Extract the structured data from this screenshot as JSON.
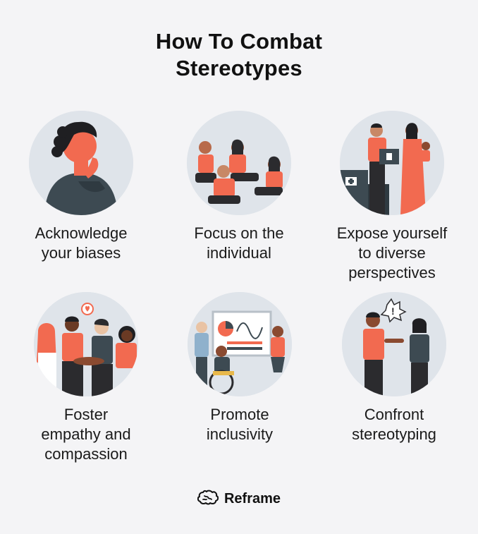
{
  "title": {
    "line1": "How To Combat",
    "line2": "Stereotypes"
  },
  "items": [
    {
      "lines": [
        "Acknowledge",
        "your biases"
      ],
      "icon": "person-thinking-illustration"
    },
    {
      "lines": [
        "Focus on the",
        "individual"
      ],
      "icon": "group-sitting-illustration"
    },
    {
      "lines": [
        "Expose yourself",
        "to diverse",
        "perspectives"
      ],
      "icon": "aid-workers-illustration"
    },
    {
      "lines": [
        "Foster",
        "empathy and",
        "compassion"
      ],
      "icon": "team-hands-illustration"
    },
    {
      "lines": [
        "Promote",
        "inclusivity"
      ],
      "icon": "presentation-wheelchair-illustration"
    },
    {
      "lines": [
        "Confront",
        "stereotyping"
      ],
      "icon": "confrontation-illustration"
    }
  ],
  "footer": {
    "brand": "Reframe",
    "logo_icon": "brain-icon"
  },
  "colors": {
    "accent": "#f26a50",
    "dark": "#3d4a52",
    "circle_bg": "#dfe4ea",
    "background": "#f4f4f6"
  }
}
